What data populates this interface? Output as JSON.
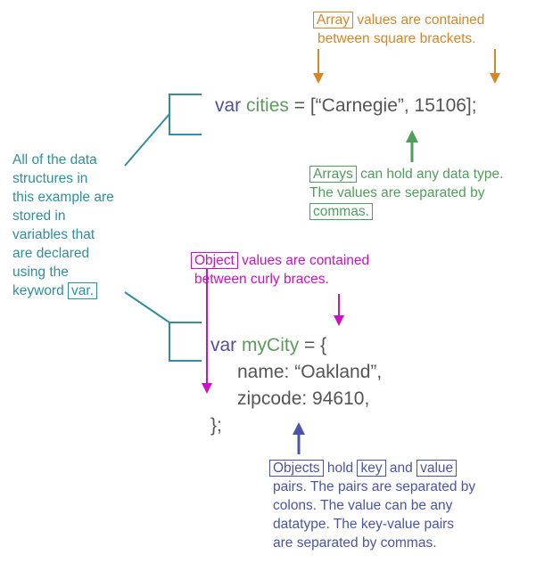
{
  "array_note": {
    "label": "Array",
    "text1": " values are contained",
    "text2": "between square brackets."
  },
  "code1": {
    "kw": "var",
    "name": "cities",
    "rest": " = [“Carnegie”, 15106];"
  },
  "arrays_note": {
    "label": "Arrays",
    "text1": " can hold any data type.",
    "text2": " The values are separated by",
    "label2": "commas."
  },
  "var_note": {
    "lines": [
      "All of the data",
      "structures in",
      "this example are",
      "stored in",
      "variables that",
      "are declared",
      "using the"
    ],
    "last_prefix": "keyword ",
    "label": "var."
  },
  "object_note": {
    "label": "Object",
    "text1": " values are contained",
    "text2": "between curly braces."
  },
  "code2": {
    "kw": "var",
    "name": "myCity",
    "rest": "  = {",
    "line2": "name: “Oakland”,",
    "line3": "zipcode: 94610,",
    "line4": "};"
  },
  "objects_note": {
    "label1": "Objects",
    "hold": " hold ",
    "label2": "key",
    "and": " and ",
    "label3": "value",
    "lines": [
      "pairs. The pairs are separated by",
      "colons.  The value can be any",
      "datatype. The key-value pairs",
      "are separated by commas."
    ]
  },
  "colors": {
    "teal": "#2f8f9f",
    "orange": "#d3862a",
    "green": "#4f9f5a",
    "magenta": "#cc10c4",
    "blue": "#4a55a8"
  }
}
